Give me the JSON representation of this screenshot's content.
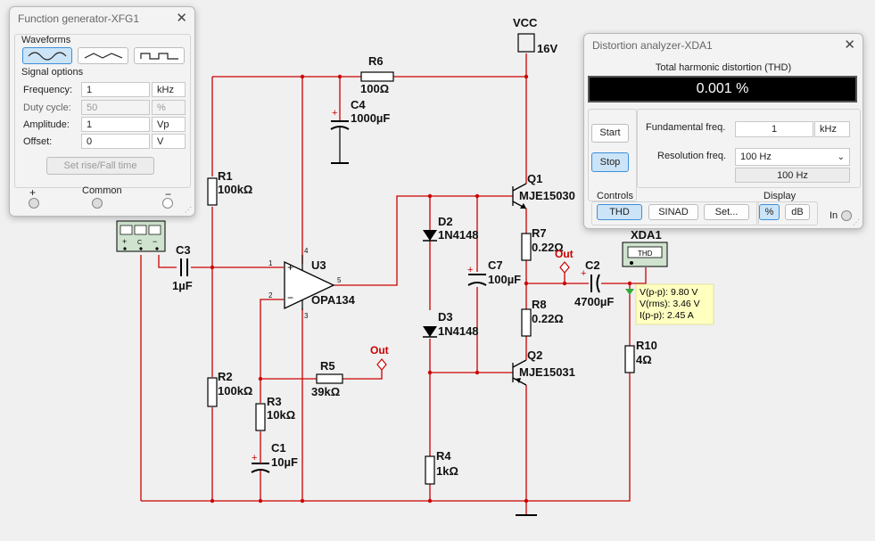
{
  "schematic": {
    "vcc_label": "VCC",
    "vcc_value": "16V",
    "components": {
      "R6": {
        "ref": "R6",
        "value": "100Ω"
      },
      "C4": {
        "ref": "C4",
        "value": "1000µF"
      },
      "R1": {
        "ref": "R1",
        "value": "100kΩ"
      },
      "C3": {
        "ref": "C3",
        "value": "1µF"
      },
      "U3": {
        "ref": "U3",
        "value": "OPA134"
      },
      "R2": {
        "ref": "R2",
        "value": "100kΩ"
      },
      "R3": {
        "ref": "R3",
        "value": "10kΩ"
      },
      "C1": {
        "ref": "C1",
        "value": "10µF"
      },
      "R5": {
        "ref": "R5",
        "value": "39kΩ"
      },
      "D2": {
        "ref": "D2",
        "value": "1N4148"
      },
      "D3": {
        "ref": "D3",
        "value": "1N4148"
      },
      "C7": {
        "ref": "C7",
        "value": "100µF"
      },
      "R4": {
        "ref": "R4",
        "value": "1kΩ"
      },
      "Q1": {
        "ref": "Q1",
        "value": "MJE15030"
      },
      "Q2": {
        "ref": "Q2",
        "value": "MJE15031"
      },
      "R7": {
        "ref": "R7",
        "value": "0.22Ω"
      },
      "R8": {
        "ref": "R8",
        "value": "0.22Ω"
      },
      "C2": {
        "ref": "C2",
        "value": "4700µF"
      },
      "R10": {
        "ref": "R10",
        "value": "4Ω"
      }
    },
    "pins": {
      "u3_in_plus": "1",
      "u3_in_minus": "2",
      "u3_out": "5",
      "u3_vplus": "4",
      "u3_vminus": "3"
    },
    "out_label": "Out",
    "xda_label": "XDA1",
    "xda_thd": "THD",
    "probe": {
      "vpp": "V(p-p): 9.80 V",
      "vrms": "V(rms): 3.46 V",
      "ipp": "I(p-p): 2.45 A"
    },
    "colors": {
      "wire": "#cc0000",
      "component": "#000000",
      "probe_bg": "#ffffc0",
      "plus_sign": "#cc0000"
    }
  },
  "function_generator": {
    "title": "Function generator-XFG1",
    "close": "✕",
    "waveforms_label": "Waveforms",
    "waveforms": [
      "sine",
      "triangle",
      "square"
    ],
    "selected_waveform": "sine",
    "signal_options_label": "Signal options",
    "rows": [
      {
        "label": "Frequency:",
        "value": "1",
        "unit": "kHz",
        "enabled": true
      },
      {
        "label": "Duty cycle:",
        "value": "50",
        "unit": "%",
        "enabled": false
      },
      {
        "label": "Amplitude:",
        "value": "1",
        "unit": "Vp",
        "enabled": true
      },
      {
        "label": "Offset:",
        "value": "0",
        "unit": "V",
        "enabled": true
      }
    ],
    "rise_fall_button": "Set rise/Fall time",
    "plus_label": "+",
    "common_label": "Common",
    "minus_label": "−"
  },
  "distortion_analyzer": {
    "title": "Distortion analyzer-XDA1",
    "close": "✕",
    "thd_heading": "Total harmonic distortion (THD)",
    "reading": "0.001 %",
    "start_button": "Start",
    "stop_button": "Stop",
    "fundamental_label": "Fundamental freq.",
    "fundamental_value": "1",
    "fundamental_unit": "kHz",
    "resolution_label": "Resolution freq.",
    "resolution_value": "100 Hz",
    "resolution_readout": "100 Hz",
    "controls_label": "Controls",
    "thd_button": "THD",
    "sinad_button": "SINAD",
    "set_button": "Set...",
    "display_label": "Display",
    "percent_button": "%",
    "db_button": "dB",
    "in_label": "In"
  }
}
